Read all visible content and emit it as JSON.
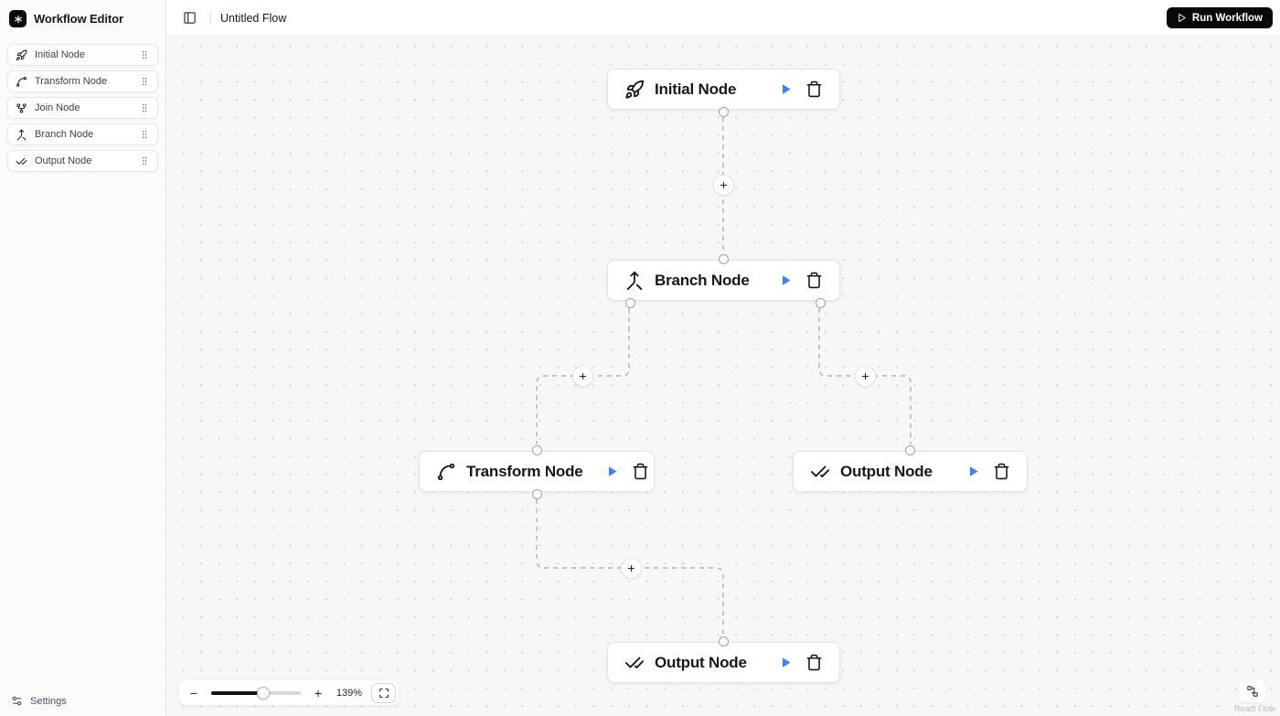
{
  "app": {
    "title": "Workflow Editor"
  },
  "sidebar": {
    "items": [
      {
        "label": "Initial Node",
        "icon": "rocket-icon"
      },
      {
        "label": "Transform Node",
        "icon": "spline-icon"
      },
      {
        "label": "Join Node",
        "icon": "fork-icon"
      },
      {
        "label": "Branch Node",
        "icon": "branch-icon"
      },
      {
        "label": "Output Node",
        "icon": "check-check-icon"
      }
    ],
    "settings_label": "Settings"
  },
  "topbar": {
    "flow_name": "Untitled Flow",
    "run_button_label": "Run Workflow"
  },
  "canvas": {
    "nodes": [
      {
        "id": "initial",
        "title": "Initial Node",
        "icon": "rocket-icon"
      },
      {
        "id": "branch",
        "title": "Branch Node",
        "icon": "branch-icon"
      },
      {
        "id": "transform",
        "title": "Transform Node",
        "icon": "spline-icon"
      },
      {
        "id": "output-right",
        "title": "Output Node",
        "icon": "check-check-icon"
      },
      {
        "id": "output-bottom",
        "title": "Output Node",
        "icon": "check-check-icon"
      }
    ],
    "edges": [
      {
        "from": "initial",
        "to": "branch"
      },
      {
        "from": "branch",
        "to": "transform"
      },
      {
        "from": "branch",
        "to": "output-right"
      },
      {
        "from": "transform",
        "to": "output-bottom"
      }
    ],
    "add_step_glyph": "+"
  },
  "controls": {
    "zoom_out_glyph": "−",
    "zoom_in_glyph": "+",
    "zoom_level": "139%"
  },
  "attribution": {
    "label": "React Flow"
  },
  "colors": {
    "accent_blue": "#3b82f6",
    "run_button_bg": "#09090b",
    "edge": "#b1b1b7",
    "canvas_bg": "#f7f7f8"
  }
}
